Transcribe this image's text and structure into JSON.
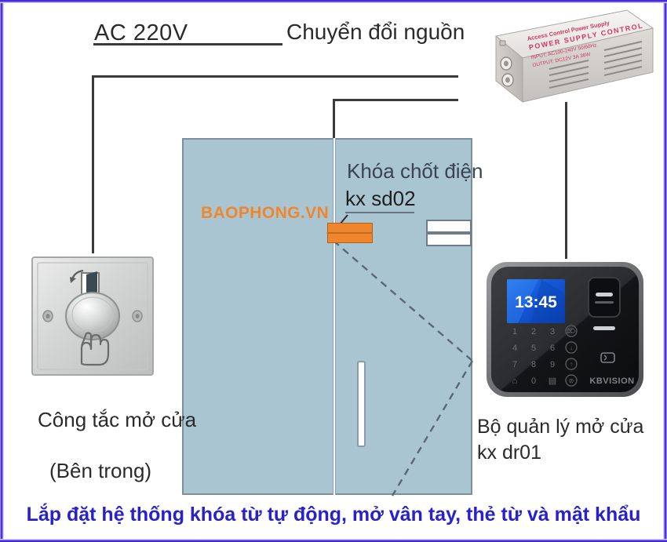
{
  "diagram": {
    "title_caption": "Lắp đặt hệ thống khóa từ tự động, mở vân tay, thẻ từ và mật khẩu",
    "watermark": "BAOPHONG.VN"
  },
  "labels": {
    "ac_power": "AC 220V",
    "power_converter": "Chuyển đổi nguồn",
    "lock_name": "Khóa chốt điện",
    "lock_model": "kx sd02",
    "exit_switch": "Công tắc mở cửa",
    "exit_switch_location": "(Bên trong)",
    "controller_name": "Bộ quản lý mở cửa",
    "controller_model": "kx dr01"
  },
  "controller": {
    "brand": "KBVISION",
    "screen_time": "13:45",
    "keypad": [
      "1",
      "2",
      "3",
      "4",
      "5",
      "6",
      "7",
      "8",
      "9",
      "0"
    ],
    "keypad_extra": [
      "⌂",
      "▤"
    ],
    "function_keys": [
      "⌦",
      "↓",
      "↑",
      "⊘"
    ],
    "sensors": [
      "fingerprint-sensor",
      "card-reader"
    ]
  },
  "power_supply": {
    "print_line_1": "Access Control Power Supply",
    "print_line_2": "POWER SUPPLY CONTROL",
    "print_line_3": "INPUT: AC100-240V 50/60Hz",
    "print_line_4": "OUTPUT: DC12V 3A 36W"
  },
  "colors": {
    "glass": "#a9c5d2",
    "lock_orange": "#f0862c",
    "wire": "#3a3a3a",
    "caption_blue": "#2822c8",
    "frame_purple": "#3b1fd0",
    "screen_blue": "#1763d8"
  }
}
